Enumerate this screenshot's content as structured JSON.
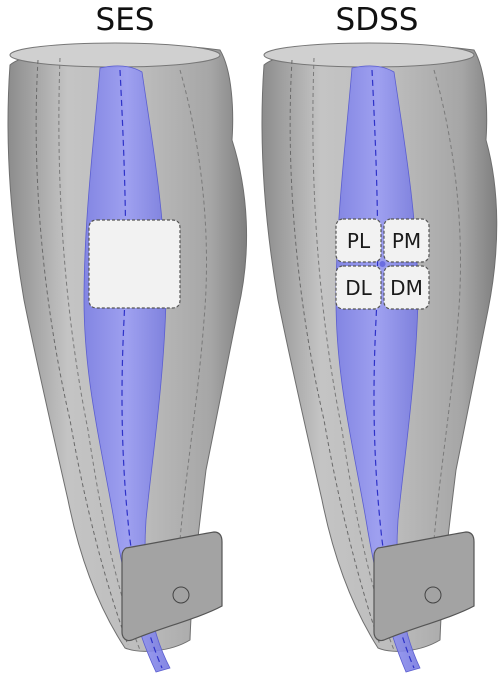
{
  "panels": {
    "left": {
      "title": "SES"
    },
    "right": {
      "title": "SDSS",
      "segments": [
        "PL",
        "PM",
        "DL",
        "DM"
      ]
    }
  },
  "colors": {
    "leg": "#b4b4b4",
    "leg_shadow": "#8e8e8e",
    "muscle": "#8d8ff0",
    "muscle_line": "#3b3fd6",
    "electrode_fill": "#f2f2f2",
    "electrode_border": "#555555",
    "ankle_band": "#a3a3a3"
  }
}
